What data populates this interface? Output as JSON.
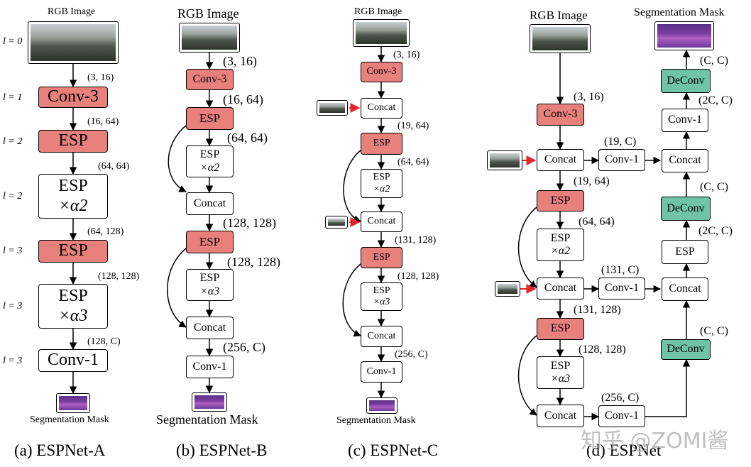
{
  "captions": {
    "a": "(a) ESPNet-A",
    "b": "(b) ESPNet-B",
    "c": "(c) ESPNet-C",
    "d": "(d) ESPNet"
  },
  "common": {
    "rgb_image": "RGB Image",
    "segmentation_mask": "Segmentation Mask"
  },
  "a": {
    "levels": [
      "l = 0",
      "l = 1",
      "l = 2",
      "l = 2",
      "l = 3",
      "l = 3",
      "l = 3"
    ],
    "blocks": [
      "Conv-3",
      "ESP",
      "ESP",
      "×α2",
      "ESP",
      "ESP",
      "×α3",
      "Conv-1"
    ],
    "dims": [
      "(3, 16)",
      "(16, 64)",
      "(64, 64)",
      "(64, 128)",
      "(128, 128)",
      "(128, C)"
    ]
  },
  "b": {
    "blocks": [
      "Conv-3",
      "ESP",
      "ESP",
      "×α2",
      "Concat",
      "ESP",
      "ESP",
      "×α3",
      "Concat",
      "Conv-1"
    ],
    "dims": [
      "(3, 16)",
      "(16, 64)",
      "(64, 64)",
      "(128, 128)",
      "(128, 128)",
      "(256, C)"
    ]
  },
  "c": {
    "blocks": [
      "Conv-3",
      "Concat",
      "ESP",
      "ESP",
      "×α2",
      "Concat",
      "ESP",
      "ESP",
      "×α3",
      "Concat",
      "Conv-1"
    ],
    "dims": [
      "(3, 16)",
      "(19, 64)",
      "(64, 64)",
      "(131, 128)",
      "(128, 128)",
      "(256, C)"
    ]
  },
  "d": {
    "blocks": [
      "Conv-3",
      "Concat",
      "ESP",
      "ESP",
      "×α2",
      "Concat",
      "ESP",
      "ESP",
      "×α3",
      "Concat",
      "Conv-1",
      "Conv-1",
      "Conv-1",
      "Concat",
      "Concat",
      "ESP",
      "DeConv",
      "DeConv",
      "DeConv",
      "Conv-1"
    ],
    "dims": [
      "(3, 16)",
      "(19, 64)",
      "(64, 64)",
      "(131, 128)",
      "(128, 128)",
      "(19, C)",
      "(131, C)",
      "(256, C)",
      "(C, C)",
      "(2C, C)",
      "(C, C)",
      "(2C, C)",
      "(C, C)"
    ]
  },
  "watermark": "知乎 @ZOMI酱",
  "colors": {
    "block_red": "#e8807c",
    "block_green": "#6fc3a6",
    "input_arrow": "#e3262b",
    "stroke": "#000000"
  }
}
